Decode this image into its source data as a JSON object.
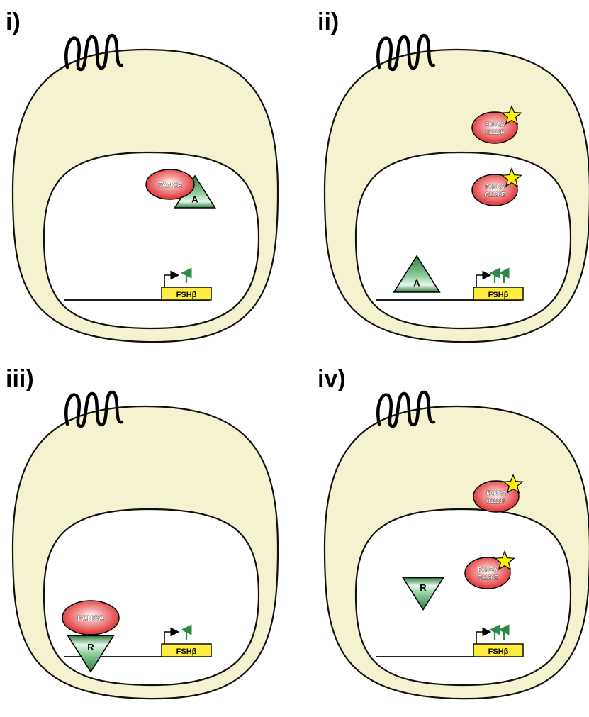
{
  "colors": {
    "cytoplasm": "#f5f3cf",
    "nucleus": "#ffffff",
    "outline": "#111111",
    "fanca_fill": "#dd2a2a",
    "factor_fill": "#2f8a45",
    "star_fill": "#fff200",
    "gene_box": "#ffec3f",
    "arrow_green": "#2f8a45"
  },
  "icons": {
    "receptor": "gpcr-seven-transmembrane-icon",
    "mutation": "star-icon",
    "activator": "triangle-up-icon",
    "repressor": "triangle-down-icon",
    "transcription": "bent-arrow-icon",
    "expression": "green-up-arrow-icon"
  },
  "panels": [
    {
      "label": "i)",
      "gene": "FSHβ",
      "arrows": 1,
      "factor": {
        "kind": "activator",
        "letter": "A"
      },
      "fanca": [
        {
          "name": "FANCA",
          "mutation": ""
        }
      ]
    },
    {
      "label": "ii)",
      "gene": "FSHβ",
      "arrows": 2,
      "factor": {
        "kind": "activator",
        "letter": "A"
      },
      "fanca": [
        {
          "name": "FANCA",
          "mutation": "H1110P"
        },
        {
          "name": "FANCA",
          "mutation": "Q1128E"
        }
      ]
    },
    {
      "label": "iii)",
      "gene": "FSHβ",
      "arrows": 1,
      "factor": {
        "kind": "repressor",
        "letter": "R"
      },
      "fanca": [
        {
          "name": "FANCA",
          "mutation": ""
        }
      ]
    },
    {
      "label": "iv)",
      "gene": "FSHβ",
      "arrows": 2,
      "factor": {
        "kind": "repressor",
        "letter": "R"
      },
      "fanca": [
        {
          "name": "FANCA",
          "mutation": "H1110P"
        },
        {
          "name": "FANCA",
          "mutation": "Q1128E"
        }
      ]
    }
  ]
}
